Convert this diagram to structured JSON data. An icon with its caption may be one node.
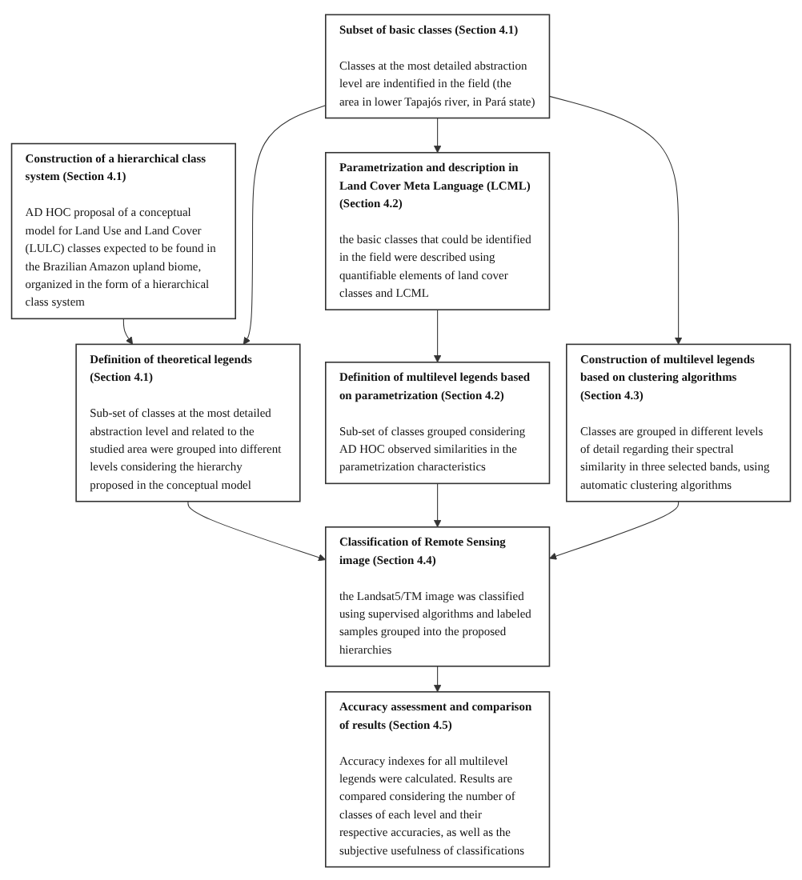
{
  "diagram": {
    "nodes": [
      {
        "text": [
          "Construction of a hierarchical class system (Section 4.1)",
          "AD HOC proposal of a conceptual model for Land Use and Land Cover (LULC) classes expected to be found in the Brazilian Amazon upland biome, organized in the form of a hierarchical class system"
        ]
      },
      {
        "text": [
          "Subset of basic classes (Section 4.1)",
          "Classes at the most detailed abstraction level are indentified in the field (the area in lower Tapajós river, in Pará state)"
        ]
      },
      {
        "text": [
          "Parametrization and description in Land Cover Meta Language (LCML) (Section 4.2)",
          "the basic classes that could be identified in the field were described using quantifiable elements of land cover classes and LCML"
        ]
      },
      {
        "text": [
          "Definition of theoretical legends (Section 4.1)",
          "Sub-set of classes at the most detailed abstraction level and related to the studied area were grouped into different levels considering the hierarchy proposed in the conceptual model"
        ]
      },
      {
        "text": [
          "Definition of multilevel legends based on parametrization (Section 4.2)",
          "Sub-set of classes grouped considering AD HOC observed similarities in the parametrization characteristics"
        ]
      },
      {
        "text": [
          "Construction of multilevel legends based on clustering algorithms (Section 4.3)",
          "Classes are grouped in different levels of detail regarding their spectral similarity in three selected bands, using automatic clustering algorithms"
        ]
      },
      {
        "text": [
          "Classification of Remote Sensing image (Section 4.4)",
          "the Landsat5/TM image was classified using supervised algorithms and labeled samples grouped into the proposed hierarchies"
        ]
      },
      {
        "text": [
          "Accuracy assessment and comparison of results (Section 4.5)",
          "Accuracy indexes for all multilevel legends were calculated. Results are compared considering the number of classes of each level and their respective accuracies, as well as the subjective usefulness of classifications"
        ]
      }
    ],
    "edges": [
      {
        "from": 0,
        "to": 3,
        "arrow": "to"
      },
      {
        "from": 1,
        "to": 3,
        "arrow": "to"
      },
      {
        "from": 1,
        "to": 2,
        "arrow": "to"
      },
      {
        "from": 1,
        "to": 5,
        "arrow": "to"
      },
      {
        "from": 2,
        "to": 4,
        "arrow": "to"
      },
      {
        "from": 3,
        "to": 6,
        "arrow": "to"
      },
      {
        "from": 4,
        "to": 6,
        "arrow": "to"
      },
      {
        "from": 5,
        "to": 6,
        "arrow": "to"
      },
      {
        "from": 6,
        "to": 7,
        "arrow": "to"
      }
    ]
  }
}
